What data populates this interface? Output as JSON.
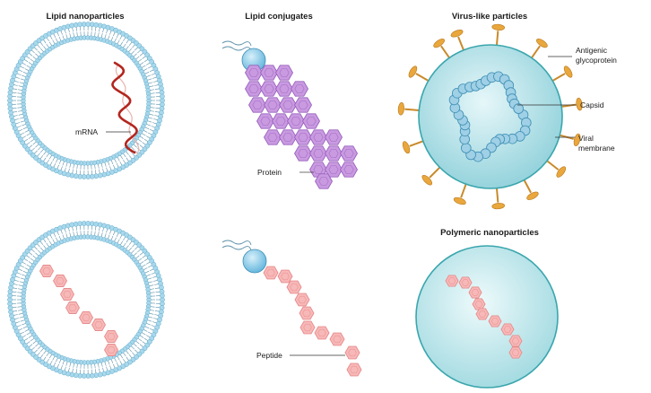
{
  "titles": {
    "lipid_nanoparticles": "Lipid nanoparticles",
    "lipid_conjugates": "Lipid conjugates",
    "virus_like_particles": "Virus-like particles",
    "polymeric_nanoparticles": "Polymeric nanoparticles"
  },
  "labels": {
    "mrna": "mRNA",
    "protein": "Protein",
    "peptide": "Peptide",
    "antigenic_line1": "Antigenic",
    "antigenic_line2": "glycoprotein",
    "capsid": "Capsid",
    "viral_line1": "Viral",
    "viral_line2": "membrane"
  },
  "colors": {
    "lipid_head": "#a8d8ec",
    "lipid_head_stroke": "#5fa9c9",
    "lipid_tail": "#5b8fa8",
    "mrna": "#b3261e",
    "protein_fill": "#c99ae0",
    "protein_stroke": "#9a62bf",
    "peptide_fill": "#f7b8b8",
    "peptide_stroke": "#e88c8c",
    "lipid_ball": "#7ec3e3",
    "virus_fill": "#b7e3ea",
    "virus_stroke": "#3aa6ad",
    "capsid_fill": "#9fd0e6",
    "capsid_stroke": "#3f8fb4",
    "spike": "#e9a73c",
    "polymer_fill": "#bfe7ec",
    "polymer_stroke": "#3aa6ad"
  }
}
